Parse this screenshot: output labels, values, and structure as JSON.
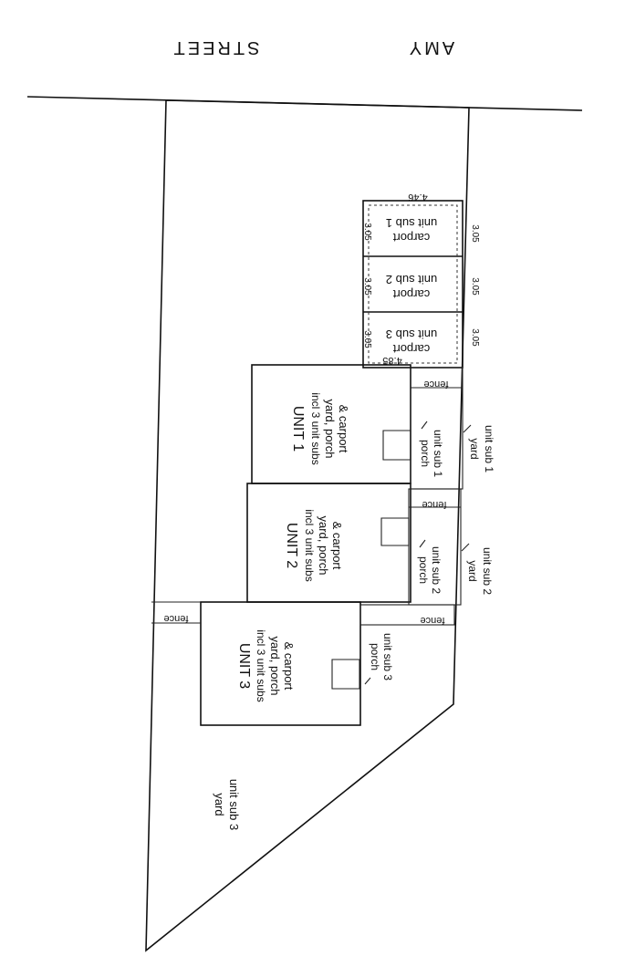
{
  "street": {
    "word1": "AMY",
    "word2": "STREET"
  },
  "units": [
    {
      "title": "UNIT 1",
      "line1": "incl 3 unit subs",
      "line2": "yard, porch",
      "line3": "& carport"
    },
    {
      "title": "UNIT 2",
      "line1": "incl 3 unit subs",
      "line2": "yard, porch",
      "line3": "& carport"
    },
    {
      "title": "UNIT 3",
      "line1": "incl 3 unit subs",
      "line2": "yard, porch",
      "line3": "& carport"
    }
  ],
  "carports": [
    {
      "line1": "carport",
      "line2": "unit sub 1"
    },
    {
      "line1": "carport",
      "line2": "unit sub 2"
    },
    {
      "line1": "carport",
      "line2": "unit sub 3"
    }
  ],
  "carport_dims": {
    "top": "4.46",
    "bottom": "4.85",
    "seg": "3.05"
  },
  "porches": [
    {
      "line1": "porch",
      "line2": "unit sub 1"
    },
    {
      "line1": "porch",
      "line2": "unit sub 2"
    },
    {
      "line1": "porch",
      "line2": "unit sub 3"
    }
  ],
  "yards": [
    {
      "line1": "yard",
      "line2": "unit sub 1"
    },
    {
      "line1": "yard",
      "line2": "unit sub 2"
    },
    {
      "line1": "yard",
      "line2": "unit sub 3"
    }
  ],
  "fence_label": "fence"
}
